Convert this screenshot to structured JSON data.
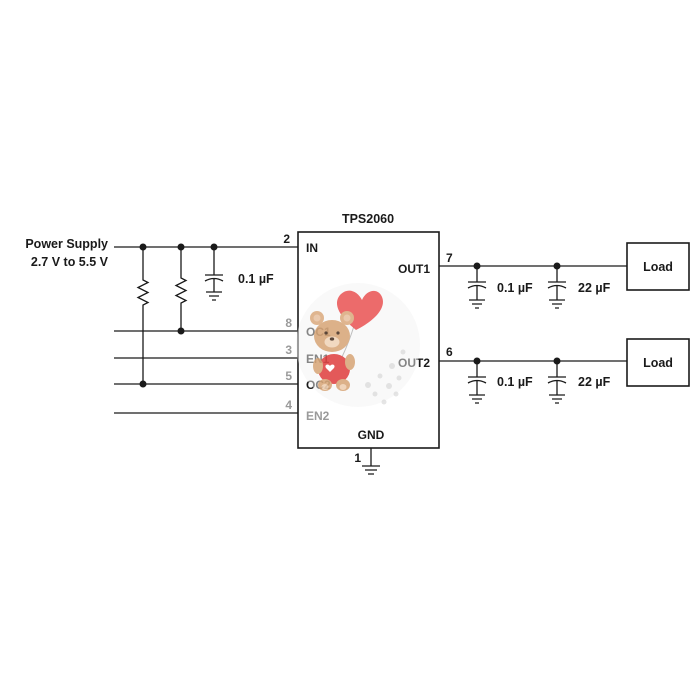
{
  "power_supply": {
    "line1": "Power Supply",
    "line2": "2.7 V to 5.5 V"
  },
  "ic": {
    "name": "TPS2060",
    "pins": {
      "in": "IN",
      "in_num": "2",
      "out1": "OUT1",
      "out1_num": "7",
      "out2": "OUT2",
      "out2_num": "6",
      "oc1": "OC1",
      "oc1_num": "8",
      "en1": "EN1",
      "en1_num": "3",
      "oc2": "OC2",
      "oc2_num": "5",
      "en2": "EN2",
      "en2_num": "4",
      "gnd": "GND",
      "gnd_num": "1"
    }
  },
  "capacitors": {
    "input": "0.1 µF",
    "out1_small": "0.1 µF",
    "out1_large": "22 µF",
    "out2_small": "0.1 µF",
    "out2_large": "22 µF"
  },
  "loads": {
    "load1": "Load",
    "load2": "Load"
  }
}
